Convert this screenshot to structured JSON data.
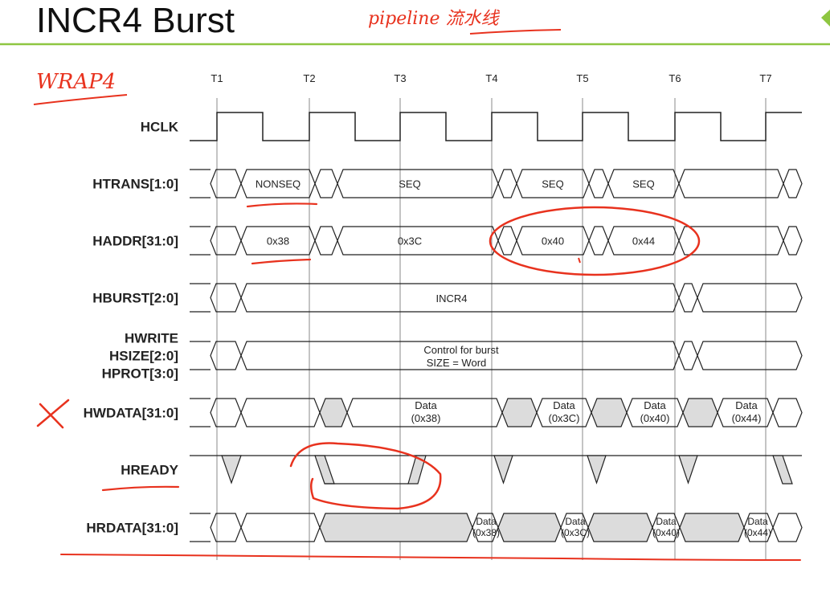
{
  "slide": {
    "title": "INCR4 Burst",
    "accent_color": "#8ec641"
  },
  "annotations": {
    "pipeline_note": "pipeline 流水线",
    "wrap_note": "WRAP4",
    "ink_color": "#e8321e"
  },
  "timing": {
    "time_labels": [
      "T1",
      "T2",
      "T3",
      "T4",
      "T5",
      "T6",
      "T7"
    ],
    "signals": [
      {
        "id": "hclk",
        "lines": [
          "HCLK"
        ]
      },
      {
        "id": "htrans",
        "lines": [
          "HTRANS[1:0]"
        ]
      },
      {
        "id": "haddr",
        "lines": [
          "HADDR[31:0]"
        ]
      },
      {
        "id": "hburst",
        "lines": [
          "HBURST[2:0]"
        ]
      },
      {
        "id": "control",
        "lines": [
          "HWRITE",
          "HSIZE[2:0]",
          "HPROT[3:0]"
        ]
      },
      {
        "id": "hwdata",
        "lines": [
          "HWDATA[31:0]"
        ]
      },
      {
        "id": "hready",
        "lines": [
          "HREADY"
        ]
      },
      {
        "id": "hrdata",
        "lines": [
          "HRDATA[31:0]"
        ]
      }
    ],
    "htrans_values": [
      "NONSEQ",
      "SEQ",
      "SEQ",
      "SEQ"
    ],
    "haddr_values": [
      "0x38",
      "0x3C",
      "0x40",
      "0x44"
    ],
    "hburst_value": "INCR4",
    "control_text": [
      "Control for burst",
      "SIZE = Word"
    ],
    "hwdata_values": [
      [
        "Data",
        "(0x38)"
      ],
      [
        "Data",
        "(0x3C)"
      ],
      [
        "Data",
        "(0x40)"
      ],
      [
        "Data",
        "(0x44)"
      ]
    ],
    "hrdata_values": [
      [
        "Data",
        "(0x38)"
      ],
      [
        "Data",
        "(0x3C)"
      ],
      [
        "Data",
        "(0x40)"
      ],
      [
        "Data",
        "(0x44)"
      ]
    ]
  }
}
